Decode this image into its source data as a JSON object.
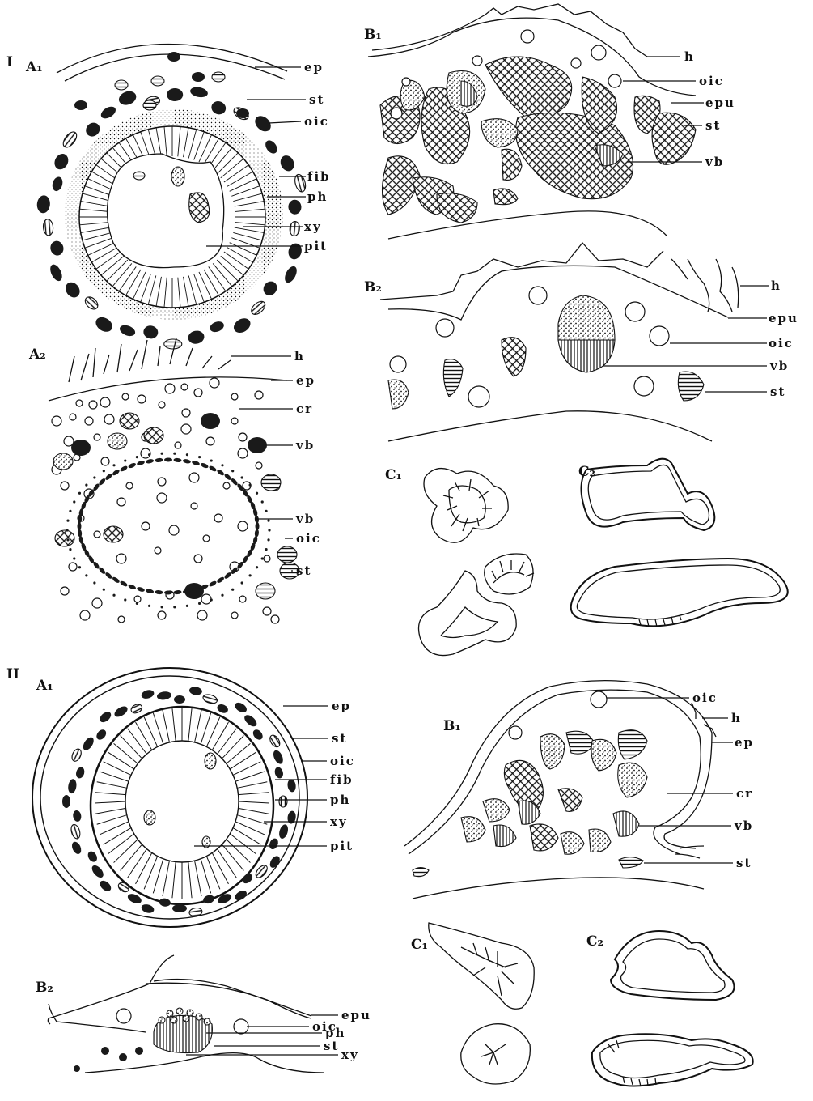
{
  "panels": {
    "I": {
      "roman": "I",
      "A1": "A₁",
      "A2": "A₂",
      "B1": "B₁",
      "B2": "B₂",
      "C1": "C₁",
      "C2": "C₂"
    },
    "II": {
      "roman": "II",
      "A1": "A₁",
      "B1": "B₁",
      "B2": "B₂",
      "C1": "C₁",
      "C2": "C₂"
    }
  },
  "labels": {
    "ep": "ep",
    "st": "st",
    "oic": "oic",
    "fib": "fib",
    "ph": "ph",
    "xy": "xy",
    "pit": "pit",
    "h": "h",
    "cr": "cr",
    "vb": "vb",
    "epu": "epu"
  },
  "legend_codes": [
    "ep",
    "st",
    "oic",
    "fib",
    "ph",
    "xy",
    "pit",
    "h",
    "cr",
    "vb",
    "epu"
  ],
  "colors": {
    "ink": "#111111",
    "paper": "#ffffff"
  }
}
